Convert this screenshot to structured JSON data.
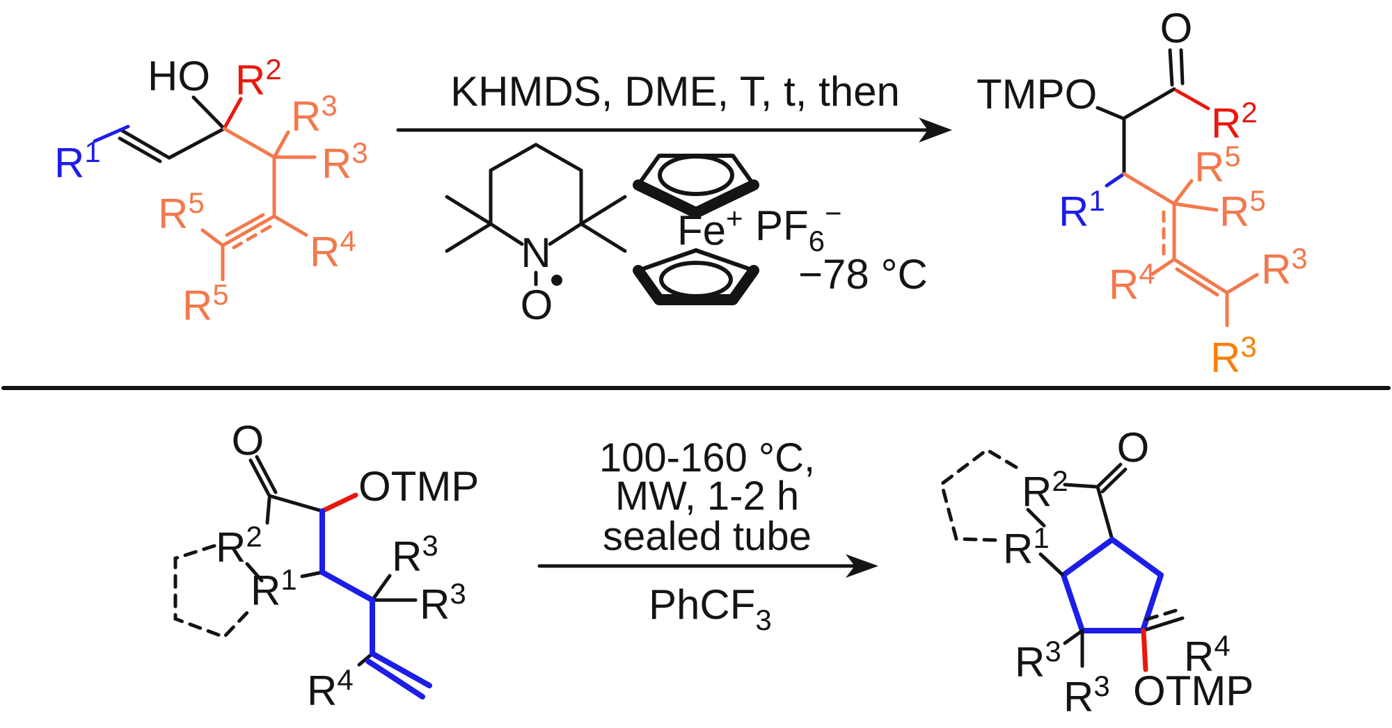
{
  "palette": {
    "black": "#141414",
    "blue": "#1d1de8",
    "red": "#e8180e",
    "salmon_orange": "#f2794d",
    "orange": "#f5820b",
    "background": "#ffffff"
  },
  "top": {
    "arrow_text": "KHMDS, DME, T, t, then",
    "temperature": "−78 °C",
    "tempo": {
      "n": "N",
      "o": "O"
    },
    "ferrocenium": {
      "fe": "Fe",
      "fe_sup": "+",
      "pf": "PF",
      "pf_sub": "6",
      "pf_sup": "−"
    },
    "reactant": {
      "ho": "HO",
      "r1": {
        "base": "R",
        "sup": "1"
      },
      "r2": {
        "base": "R",
        "sup": "2"
      },
      "r3a": {
        "base": "R",
        "sup": "3"
      },
      "r3b": {
        "base": "R",
        "sup": "3"
      },
      "r4": {
        "base": "R",
        "sup": "4"
      },
      "r5a": {
        "base": "R",
        "sup": "5"
      },
      "r5b": {
        "base": "R",
        "sup": "5"
      }
    },
    "product": {
      "o": "O",
      "tmpo": "TMPO",
      "r1": {
        "base": "R",
        "sup": "1"
      },
      "r2": {
        "base": "R",
        "sup": "2"
      },
      "r3a": {
        "base": "R",
        "sup": "3"
      },
      "r3b": {
        "base": "R",
        "sup": "3"
      },
      "r4": {
        "base": "R",
        "sup": "4"
      },
      "r5a": {
        "base": "R",
        "sup": "5"
      },
      "r5b": {
        "base": "R",
        "sup": "5"
      }
    }
  },
  "bottom": {
    "conditions": [
      "100-160 °C,",
      "MW, 1-2 h",
      "sealed tube"
    ],
    "solvent": {
      "base": "PhCF",
      "sub": "3"
    },
    "reactant": {
      "o": "O",
      "otmp": "OTMP",
      "r1": {
        "base": "R",
        "sup": "1"
      },
      "r2": {
        "base": "R",
        "sup": "2"
      },
      "r3a": {
        "base": "R",
        "sup": "3"
      },
      "r3b": {
        "base": "R",
        "sup": "3"
      },
      "r4": {
        "base": "R",
        "sup": "4"
      }
    },
    "product": {
      "o": "O",
      "otmp": "OTMP",
      "r1": {
        "base": "R",
        "sup": "1"
      },
      "r2": {
        "base": "R",
        "sup": "2"
      },
      "r3a": {
        "base": "R",
        "sup": "3"
      },
      "r3b": {
        "base": "R",
        "sup": "3"
      },
      "r4": {
        "base": "R",
        "sup": "4"
      }
    }
  }
}
